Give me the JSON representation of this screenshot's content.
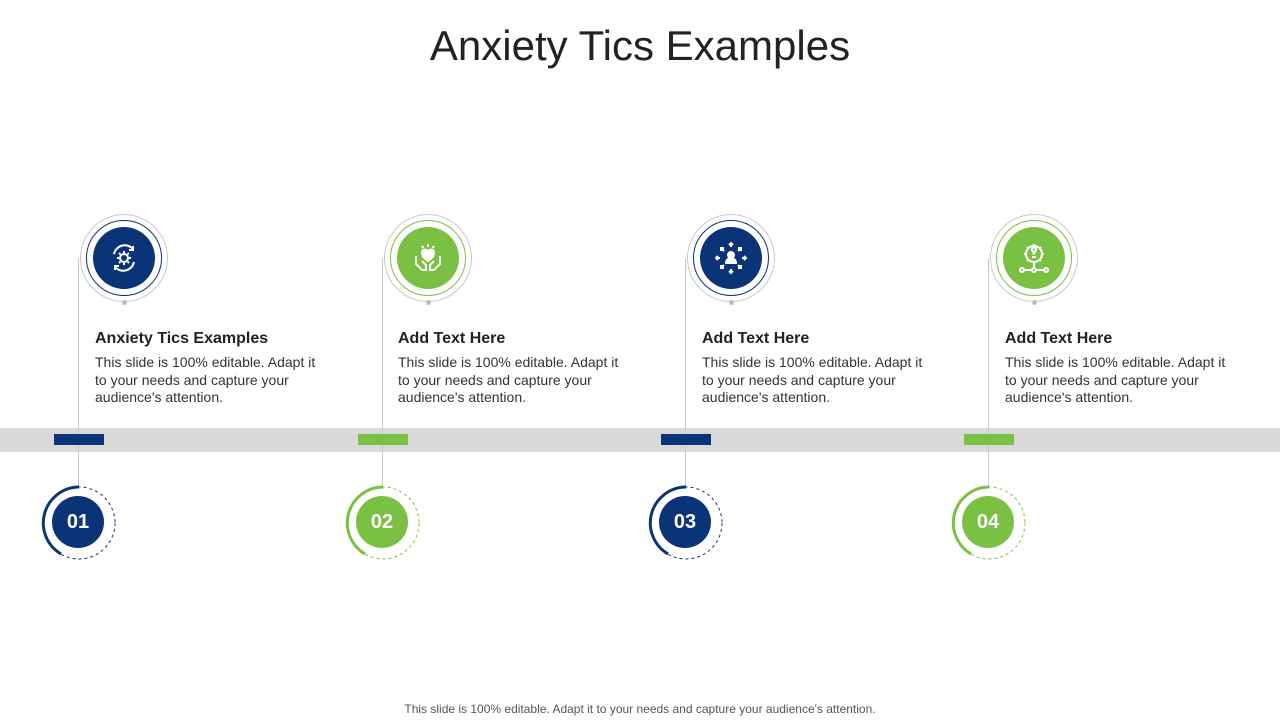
{
  "title": "Anxiety Tics Examples",
  "colors": {
    "navy": "#0b3478",
    "green": "#7ac143",
    "band": "#d9d9d9"
  },
  "steps": [
    {
      "number": "01",
      "heading": "Anxiety Tics Examples",
      "body": "This slide is 100% editable. Adapt it to your needs and capture your audience's attention.",
      "color": "navy",
      "icon": "gear-cycle-people-icon"
    },
    {
      "number": "02",
      "heading": "Add Text Here",
      "body": "This slide is 100% editable. Adapt it to your needs and capture your audience's attention.",
      "color": "green",
      "icon": "hands-heart-icon"
    },
    {
      "number": "03",
      "heading": "Add Text Here",
      "body": "This slide is 100% editable. Adapt it to your needs and capture your audience's attention.",
      "color": "navy",
      "icon": "person-arrows-icon"
    },
    {
      "number": "04",
      "heading": "Add Text Here",
      "body": "This slide is 100% editable. Adapt it to your needs and capture your audience's attention.",
      "color": "green",
      "icon": "gear-bulb-network-icon"
    }
  ],
  "footer": "This slide is 100% editable. Adapt it to your needs and capture your audience's attention."
}
